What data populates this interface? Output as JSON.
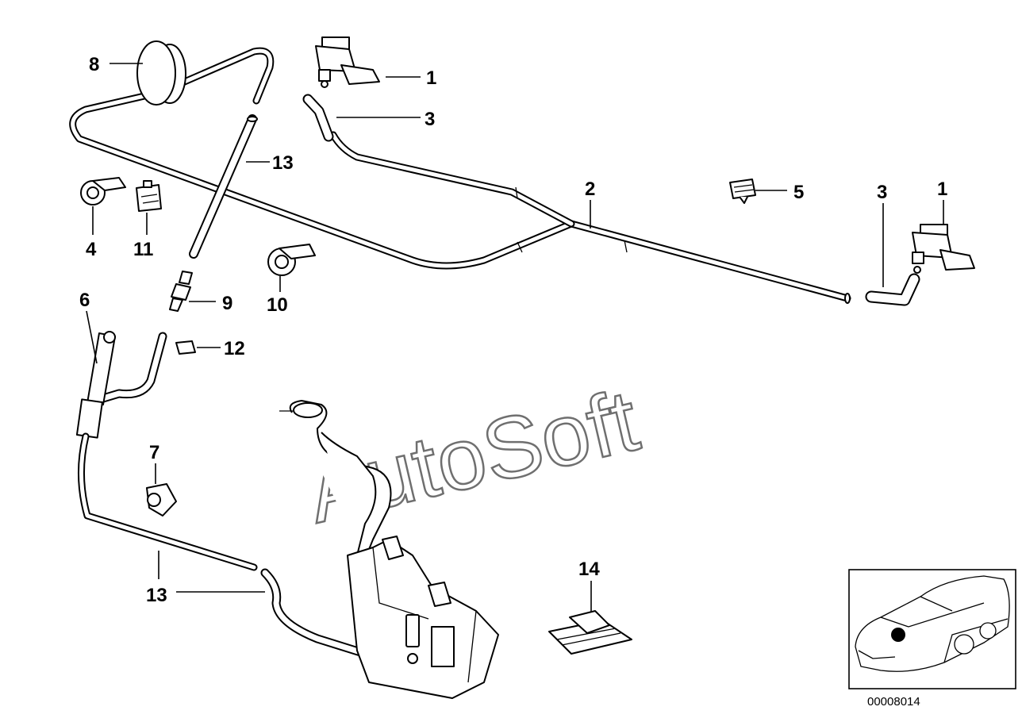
{
  "diagram": {
    "watermark": "AutoSoft",
    "reference_number": "00008014",
    "callouts": {
      "c1a": "1",
      "c1b": "1",
      "c2": "2",
      "c3a": "3",
      "c3b": "3",
      "c4": "4",
      "c5": "5",
      "c6": "6",
      "c7": "7",
      "c8": "8",
      "c9": "9",
      "c10": "10",
      "c11": "11",
      "c12": "12",
      "c13a": "13",
      "c13b": "13",
      "c14": "14"
    }
  }
}
